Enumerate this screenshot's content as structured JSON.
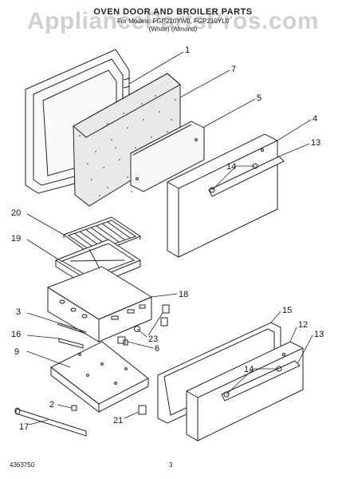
{
  "header": {
    "title": "OVEN DOOR AND BROILER PARTS",
    "models_line": "For Models: FGP210YW0, FGP210YL0",
    "colors_line": "(White)        (Almond)"
  },
  "watermark": "AppliancePartsPros.com",
  "callouts": {
    "p1": "1",
    "p7": "7",
    "p5": "5",
    "p4": "4",
    "p13a": "13",
    "p14a": "14",
    "p20": "20",
    "p19": "19",
    "p18": "18",
    "p3": "3",
    "p16": "16",
    "p9": "9",
    "p23": "23",
    "p6": "6",
    "p15": "15",
    "p12": "12",
    "p13b": "13",
    "p14b": "14",
    "p2": "2",
    "p17": "17",
    "p21": "21"
  },
  "footer": {
    "doc_number": "4363750",
    "page_number": "3"
  }
}
